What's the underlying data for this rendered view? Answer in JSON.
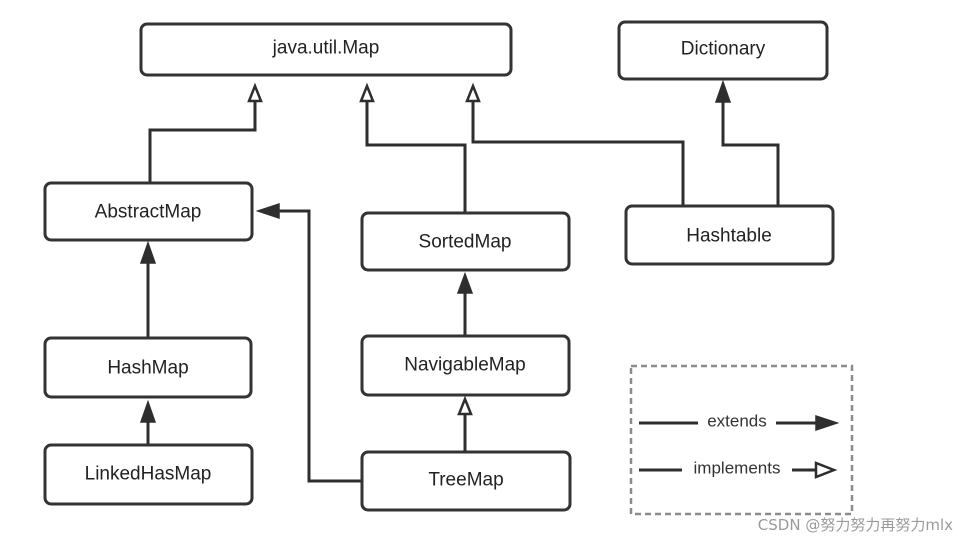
{
  "nodes": {
    "java_util_map": "java.util.Map",
    "dictionary": "Dictionary",
    "abstract_map": "AbstractMap",
    "sorted_map": "SortedMap",
    "hashtable": "Hashtable",
    "hash_map": "HashMap",
    "navigable_map": "NavigableMap",
    "linked_hash_map": "LinkedHasMap",
    "tree_map": "TreeMap"
  },
  "edges": [
    {
      "from": "abstract_map",
      "to": "java_util_map",
      "kind": "implements"
    },
    {
      "from": "sorted_map",
      "to": "java_util_map",
      "kind": "implements"
    },
    {
      "from": "hashtable",
      "to": "java_util_map",
      "kind": "implements"
    },
    {
      "from": "hashtable",
      "to": "dictionary",
      "kind": "extends"
    },
    {
      "from": "hash_map",
      "to": "abstract_map",
      "kind": "extends"
    },
    {
      "from": "linked_hash_map",
      "to": "hash_map",
      "kind": "extends"
    },
    {
      "from": "tree_map",
      "to": "abstract_map",
      "kind": "extends"
    },
    {
      "from": "navigable_map",
      "to": "sorted_map",
      "kind": "extends"
    },
    {
      "from": "tree_map",
      "to": "navigable_map",
      "kind": "implements"
    }
  ],
  "legend": {
    "extends_label": "extends",
    "implements_label": "implements"
  },
  "watermark": "CSDN @努力努力再努力mlx",
  "colors": {
    "line": "#2e2e2e",
    "box_border": "#333333",
    "legend_border": "#8c8c8c"
  }
}
